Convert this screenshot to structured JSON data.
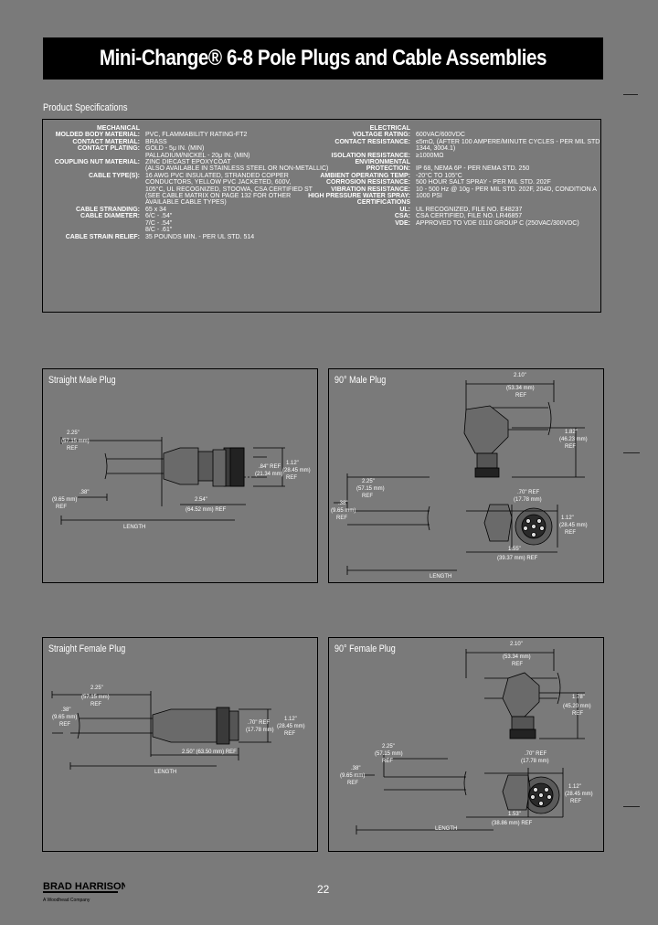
{
  "header": {
    "title": "Mini-Change® 6-8 Pole Plugs and Cable Assemblies"
  },
  "specs": {
    "section_label": "Product Specifications",
    "left": [
      {
        "k": "MECHANICAL",
        "v": ""
      },
      {
        "k": "MOLDED BODY MATERIAL:",
        "v": "PVC, FLAMMABILITY RATING-FT2"
      },
      {
        "k": "CONTACT MATERIAL:",
        "v": "BRASS"
      },
      {
        "k": "CONTACT PLATING:",
        "v": "GOLD - 5μ IN. (MIN)"
      },
      {
        "k": "",
        "v": "PALLADIUM/NICKEL - 20μ IN. (MIN)"
      },
      {
        "k": "COUPLING NUT MATERIAL:",
        "v": "ZINC DIECAST EPOXYCOAT"
      },
      {
        "k": "",
        "v": "(ALSO AVAILABLE IN STAINLESS STEEL OR NON-METALLIC)"
      },
      {
        "k": "CABLE TYPE(S):",
        "v": "16 AWG PVC INSULATED, STRANDED COPPER"
      },
      {
        "k": "",
        "v": "  CONDUCTORS, YELLOW PVC JACKETED, 600V,"
      },
      {
        "k": "",
        "v": "  105°C, UL RECOGNIZED, STOOWA, CSA CERTIFIED ST"
      },
      {
        "k": "",
        "v": "  (SEE CABLE MATRIX ON PAGE 132 FOR OTHER"
      },
      {
        "k": "",
        "v": "  AVAILABLE CABLE TYPES)"
      },
      {
        "k": "CABLE STRANDING:",
        "v": "65 x 34"
      },
      {
        "k": "CABLE DIAMETER:",
        "v": "6/C - .54\""
      },
      {
        "k": "",
        "v": "7/C - .54\""
      },
      {
        "k": "",
        "v": "8/C - .61\""
      },
      {
        "k": "CABLE STRAIN RELIEF:",
        "v": "35 POUNDS MIN. - PER UL STD. 514"
      }
    ],
    "right": [
      {
        "k": "ELECTRICAL",
        "v": ""
      },
      {
        "k": "VOLTAGE RATING:",
        "v": "600VAC/600VDC"
      },
      {
        "k": "CONTACT RESISTANCE:",
        "v": "≤5mΩ, (AFTER 100 AMPERE/MINUTE CYCLES - PER MIL STD"
      },
      {
        "k": "",
        "v": "1344, 3004.1)"
      },
      {
        "k": "ISOLATION RESISTANCE:",
        "v": "≥1000MΩ"
      },
      {
        "k": "",
        "v": ""
      },
      {
        "k": "ENVIRONMENTAL",
        "v": ""
      },
      {
        "k": "PROTECTION:",
        "v": "IP 68, NEMA 6P - PER NEMA STD. 250"
      },
      {
        "k": "AMBIENT OPERATING TEMP:",
        "v": "-20°C TO 105°C"
      },
      {
        "k": "CORROSION RESISTANCE:",
        "v": "500 HOUR SALT SPRAY - PER MIL STD. 202F"
      },
      {
        "k": "VIBRATION RESISTANCE:",
        "v": "10 - 500 Hz @ 10g - PER MIL STD. 202F, 204D, CONDITION A"
      },
      {
        "k": "HIGH PRESSURE WATER SPRAY:",
        "v": "1000 PSI"
      },
      {
        "k": "",
        "v": ""
      },
      {
        "k": "CERTIFICATIONS",
        "v": ""
      },
      {
        "k": "UL:",
        "v": "UL RECOGNIZED, FILE NO. E48237"
      },
      {
        "k": "CSA:",
        "v": "CSA CERTIFIED, FILE NO. LR46857"
      },
      {
        "k": "VDE:",
        "v": "APPROVED TO VDE 0110 GROUP C (250VAC/300VDC)"
      }
    ]
  },
  "panels": {
    "straight_male": {
      "title": "Straight Male Plug",
      "dims": {
        "d1": "2.25\"",
        "d1b": "(57.15 mm)",
        "d1c": "REF",
        "d2": ".38\"",
        "d2b": "(9.65 mm)",
        "d2c": "REF",
        "d3": "2.54\"",
        "d3b": "(64.52 mm) REF",
        "d4": "1.12\"",
        "d4b": "(28.45 mm)",
        "d4c": "REF",
        "d5": ".84\" REF",
        "d5b": "(21.34 mm)",
        "length": "LENGTH"
      }
    },
    "ninety_male": {
      "title": "90° Male Plug",
      "dims": {
        "d1": "2.10\"",
        "d1b": "(53.34 mm)",
        "d1c": "REF",
        "d2": "1.82\"",
        "d2b": "(46.23 mm)",
        "d2c": "REF",
        "d3": "2.25\"",
        "d3b": "(57.15 mm)",
        "d3c": "REF",
        "d4": ".38\"",
        "d4b": "(9.65 mm)",
        "d4c": "REF",
        "d5": ".70\" REF",
        "d5b": "(17.78 mm)",
        "d6": "1.12\"",
        "d6b": "(28.45 mm)",
        "d6c": "REF",
        "d7": "1.55\"",
        "d7b": "(39.37 mm) REF",
        "length": "LENGTH"
      }
    },
    "straight_female": {
      "title": "Straight Female Plug",
      "dims": {
        "d1": "2.25\"",
        "d1b": "(57.15 mm)",
        "d1c": "REF",
        "d2": ".38\"",
        "d2b": "(9.65 mm)",
        "d2c": "REF",
        "d3": ".70\" REF",
        "d3b": "(17.78 mm)",
        "d4": "1.12\"",
        "d4b": "(28.45 mm)",
        "d4c": "REF",
        "d5": "2.50\" (63.50 mm) REF",
        "length": "LENGTH"
      }
    },
    "ninety_female": {
      "title": "90° Female Plug",
      "dims": {
        "d1": "2.10\"",
        "d1b": "(53.34 mm)",
        "d1c": "REF",
        "d2": "1.78\"",
        "d2b": "(45.20 mm)",
        "d2c": "REF",
        "d3": "2.25\"",
        "d3b": "(57.15 mm)",
        "d3c": "REF",
        "d4": ".38\"",
        "d4b": "(9.65 mm)",
        "d4c": "REF",
        "d5": ".70\" REF",
        "d5b": "(17.78 mm)",
        "d6": "1.12\"",
        "d6b": "(28.45 mm)",
        "d6c": "REF",
        "d7": "1.53\"",
        "d7b": "(38.86 mm) REF",
        "length": "LENGTH"
      }
    }
  },
  "footer": {
    "brand": "BRAD HARRISON",
    "tagline": "A Woodhead Company",
    "page_number": "22"
  },
  "colors": {
    "background": "#7a7a7a",
    "title_bar": "#000000",
    "text": "#ffffff",
    "lines": "#000000"
  }
}
